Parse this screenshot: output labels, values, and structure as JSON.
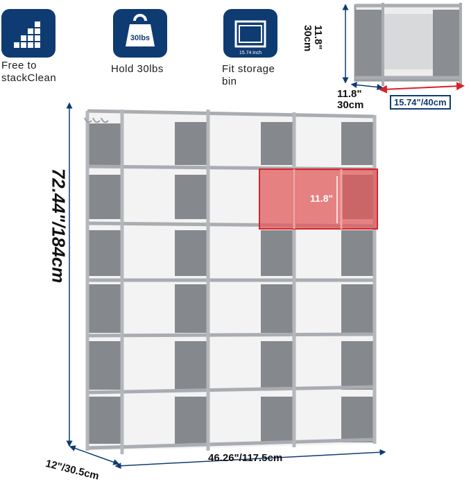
{
  "features": [
    {
      "icon": "stack-blocks-icon",
      "label": "Free to\nstackClean"
    },
    {
      "icon": "weight-icon",
      "label": "Hold 30lbs",
      "icon_text": "30lbs"
    },
    {
      "icon": "storage-bin-icon",
      "label": "Fit storage\nbin",
      "icon_text": "15.74 inch"
    }
  ],
  "dimensions": {
    "height": "72.44\"/184cm",
    "width": "46.26\"/117.5cm",
    "depth": "12\"/30.5cm",
    "cube_height": "11.8\"\n30cm",
    "cube_depth": "11.8\"\n30cm",
    "cube_width": "15.74\"/40cm",
    "cube_highlight": "11.8\""
  },
  "colors": {
    "brand": "#0f3b73",
    "frame": "#9a9da1",
    "panel": "#7f8287",
    "highlight": "#e25b5b",
    "accent": "#d9222a"
  }
}
